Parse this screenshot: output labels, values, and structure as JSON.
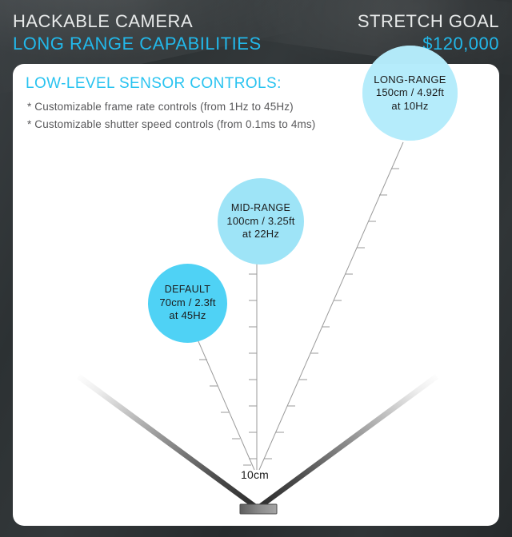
{
  "header": {
    "title": "HACKABLE CAMERA",
    "subtitle": "LONG RANGE CAPABILITIES",
    "goal_label": "STRETCH GOAL",
    "goal_amount": "$120,000"
  },
  "card": {
    "title": "LOW-LEVEL SENSOR CONTROLS:",
    "bullets": [
      "* Customizable frame rate controls (from 1Hz to 45Hz)",
      "* Customizable shutter speed controls (from 0.1ms to 4ms)"
    ]
  },
  "diagram": {
    "sensor_distance_label": "10cm",
    "bubbles": [
      {
        "id": "long-range",
        "title": "LONG-RANGE",
        "distance": "150cm / 4.92ft",
        "rate": "at 10Hz",
        "color": "#b4ecfa"
      },
      {
        "id": "mid-range",
        "title": "MID-RANGE",
        "distance": "100cm / 3.25ft",
        "rate": "at 22Hz",
        "color": "#9ee4f7"
      },
      {
        "id": "default",
        "title": "DEFAULT",
        "distance": "70cm / 2.3ft",
        "rate": "at 45Hz",
        "color": "#4fd2f5"
      }
    ]
  },
  "colors": {
    "accent_cyan": "#22b8ea",
    "card_title_cyan": "#29c3f0",
    "header_dark": "#2b2f31",
    "body_text": "#58585a"
  }
}
